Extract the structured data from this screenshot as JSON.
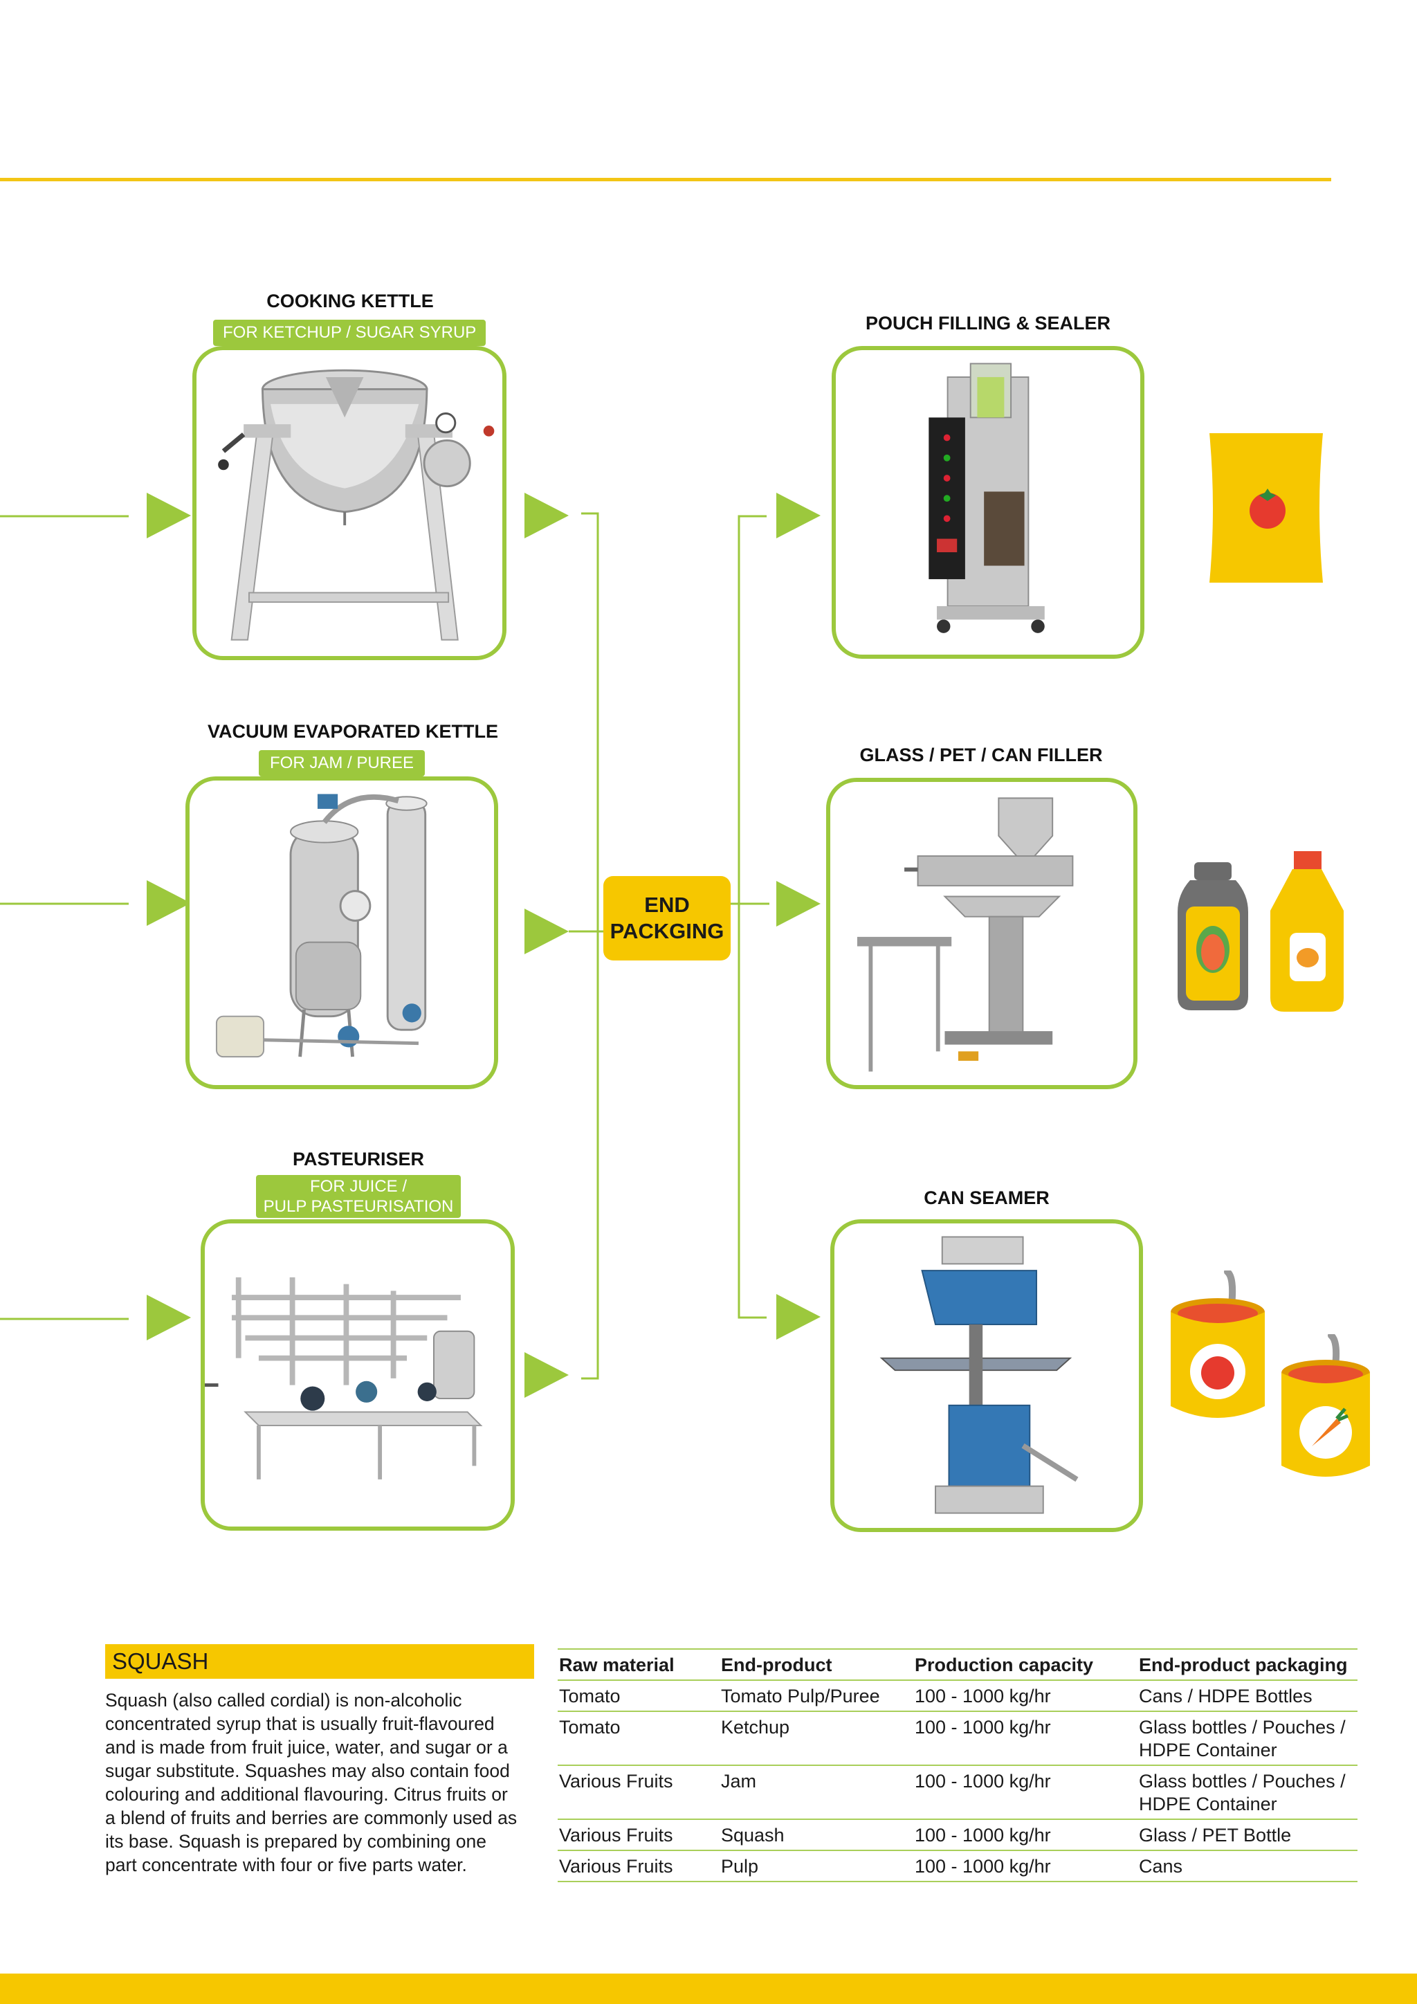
{
  "machines": {
    "cooking_kettle": {
      "title": "COOKING KETTLE",
      "subtitle": "FOR KETCHUP / SUGAR SYRUP"
    },
    "vacuum_kettle": {
      "title": "VACUUM EVAPORATED KETTLE",
      "subtitle": "FOR JAM / PUREE"
    },
    "pasteuriser": {
      "title": "PASTEURISER",
      "subtitle_line1": "FOR JUICE /",
      "subtitle_line2": "PULP PASTEURISATION"
    },
    "pouch_filler": {
      "title": "POUCH FILLING & SEALER"
    },
    "glass_filler": {
      "title": "GLASS / PET / CAN FILLER"
    },
    "can_seamer": {
      "title": "CAN SEAMER"
    }
  },
  "end_packaging": {
    "line1": "END",
    "line2": "PACKGING"
  },
  "squash": {
    "heading": "SQUASH",
    "lines": [
      "Squash (also called cordial) is non-alcoholic",
      "concentrated syrup that is usually fruit-flavoured",
      "and is made from fruit juice, water, and sugar or a",
      "sugar substitute. Squashes may also contain food",
      "colouring and additional flavouring. Citrus fruits or",
      "a blend of fruits and berries are commonly used as",
      "its base. Squash is prepared by combining one",
      "part concentrate with four or five parts water."
    ]
  },
  "table": {
    "headers": [
      "Raw material",
      "End-product",
      "Production capacity",
      "End-product packaging"
    ],
    "rows": [
      {
        "raw": "Tomato",
        "product": "Tomato Pulp/Puree",
        "capacity": "100 - 1000 kg/hr",
        "pack1": "Cans / HDPE Bottles",
        "pack2": ""
      },
      {
        "raw": "Tomato",
        "product": "Ketchup",
        "capacity": "100 - 1000 kg/hr",
        "pack1": "Glass bottles / Pouches /",
        "pack2": "HDPE Container"
      },
      {
        "raw": "Various Fruits",
        "product": "Jam",
        "capacity": "100 - 1000 kg/hr",
        "pack1": "Glass bottles / Pouches /",
        "pack2": "HDPE Container"
      },
      {
        "raw": "Various Fruits",
        "product": "Squash",
        "capacity": "100 - 1000 kg/hr",
        "pack1": "Glass / PET Bottle",
        "pack2": ""
      },
      {
        "raw": "Various Fruits",
        "product": "Pulp",
        "capacity": "100 - 1000 kg/hr",
        "pack1": "Cans",
        "pack2": ""
      }
    ]
  },
  "colors": {
    "accent_green": "#9cc83d",
    "accent_yellow": "#f6c700",
    "rule_yellow": "#f3c515"
  }
}
